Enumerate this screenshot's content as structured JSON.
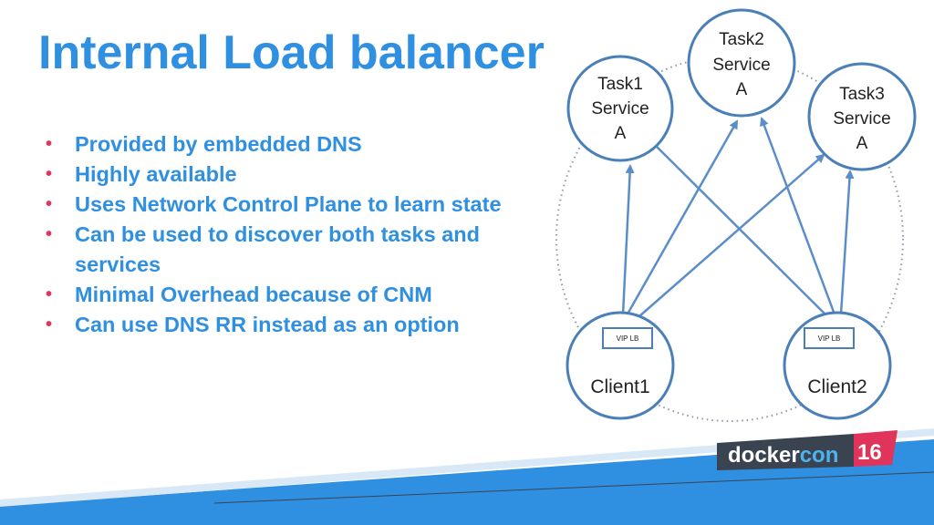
{
  "slide": {
    "title": "Internal Load balancer",
    "bullets": [
      "Provided by embedded DNS",
      "Highly available",
      "Uses Network Control Plane to learn state",
      "Can be used to discover both tasks and services",
      "Minimal Overhead because of CNM",
      "Can use DNS RR instead as an option"
    ]
  },
  "diagram": {
    "tasks": [
      {
        "lines": [
          "Task1",
          "Service",
          "A"
        ]
      },
      {
        "lines": [
          "Task2",
          "Service",
          "A"
        ]
      },
      {
        "lines": [
          "Task3",
          "Service",
          "A"
        ]
      }
    ],
    "clients": [
      {
        "label": "Client1",
        "vip": "VIP LB"
      },
      {
        "label": "Client2",
        "vip": "VIP LB"
      }
    ]
  },
  "logo": {
    "name": "docker",
    "suffix": "con",
    "number": "16"
  },
  "colors": {
    "title": "#2f8fe0",
    "bullet_dot": "#e0345a",
    "node_stroke": "#4a7fb8",
    "arrow": "#5b8ec9",
    "footer_band": "#2f8fe0",
    "logo_dark": "#3a4450",
    "logo_red": "#e0345a"
  }
}
